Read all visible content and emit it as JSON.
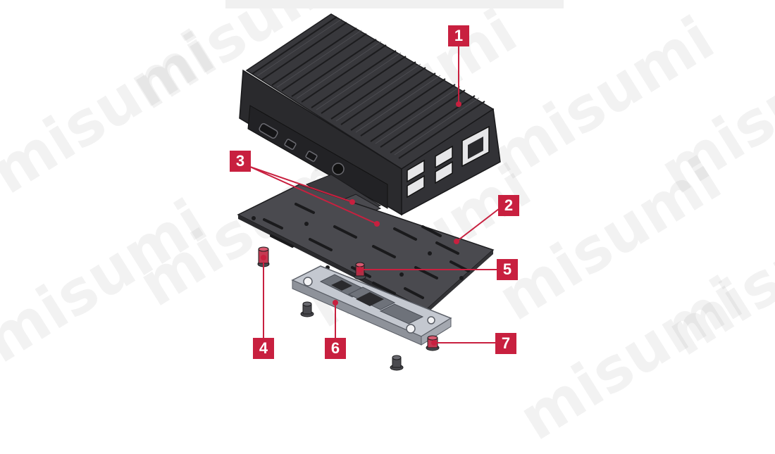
{
  "watermark": "misumi",
  "callouts": {
    "c1": "1",
    "c2": "2",
    "c3": "3",
    "c4": "4",
    "c5": "5",
    "c6": "6",
    "c7": "7"
  },
  "colors": {
    "accent": "#c8203f",
    "case_dark": "#2b2b2e",
    "case_mid": "#3c3c40",
    "plate": "#38383b",
    "mount": "#b8bcc4"
  }
}
